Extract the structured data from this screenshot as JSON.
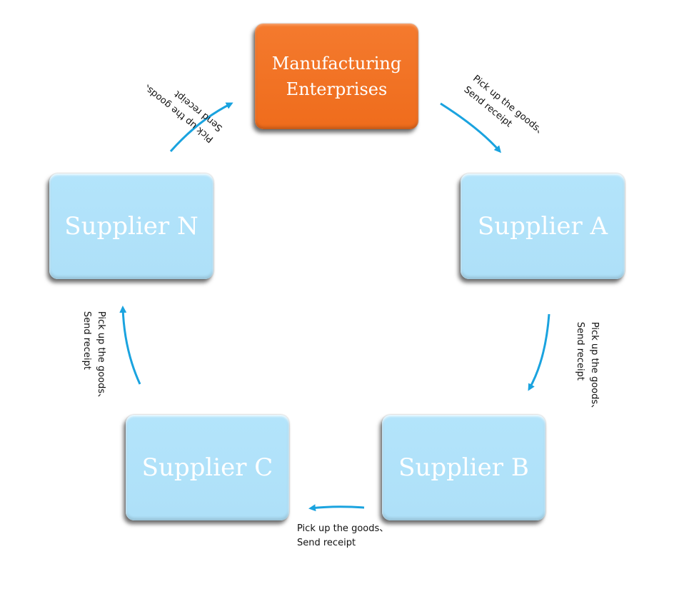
{
  "nodes": {
    "factory": {
      "line1": "Manufacturing",
      "line2": "Enterprises"
    },
    "supplier_n": "Supplier N",
    "supplier_a": "Supplier A",
    "supplier_b": "Supplier B",
    "supplier_c": "Supplier C"
  },
  "edges": {
    "factory_to_a": {
      "line1": "Pick up the goods、",
      "line2": "Send receipt"
    },
    "a_to_b": {
      "line1": "Pick up the goods、",
      "line2": "Send receipt"
    },
    "b_to_c": {
      "line1": "Pick up the goods、",
      "line2": "Send receipt"
    },
    "c_to_n": {
      "line1": "Pick up the goods、",
      "line2": "Send receipt"
    },
    "n_to_factory": {
      "line1": "Pick up the goods、",
      "line2": "Send receipt"
    }
  },
  "colors": {
    "factory": "#ef6c1c",
    "supplier": "#aee0f8",
    "arrow": "#1aa3df"
  }
}
